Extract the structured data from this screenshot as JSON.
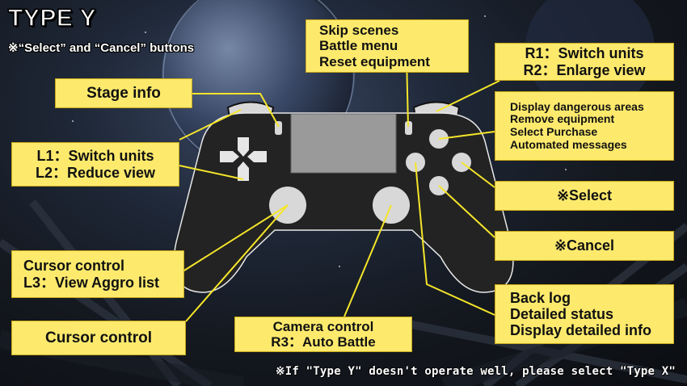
{
  "header": {
    "title": "TYPE Y",
    "subtitle": "※“Select” and “Cancel” buttons"
  },
  "footnote": "※If \"Type Y\" doesn't operate well, please select \"Type X\"",
  "labels": {
    "stage_info": "Stage info",
    "l1": "L1：Switch units",
    "l2": "L2：Reduce view",
    "cursor_l3_line1": "Cursor control",
    "cursor_l3_line2": "L3：View Aggro list",
    "cursor_control": "Cursor control",
    "touchpad_line1": "Skip scenes",
    "touchpad_line2": "Battle menu",
    "touchpad_line3": "Reset equipment",
    "r1": "R1：Switch units",
    "r2": "R2：Enlarge view",
    "triangle_line1": "Display dangerous areas",
    "triangle_line2": "Remove equipment",
    "triangle_line3": "Select Purchase",
    "triangle_line4": "Automated messages",
    "circle_select": "※Select",
    "cross_cancel": "※Cancel",
    "square_line1": "Back log",
    "square_line2": "Detailed status",
    "square_line3": "Display detailed info",
    "camera_line1": "Camera control",
    "camera_line2": "R3：Auto Battle"
  },
  "colors": {
    "label_bg": "#fdea6d",
    "leader_line": "#f5e52a",
    "controller_body": "#222222",
    "button_fill": "#d8d8d8"
  }
}
